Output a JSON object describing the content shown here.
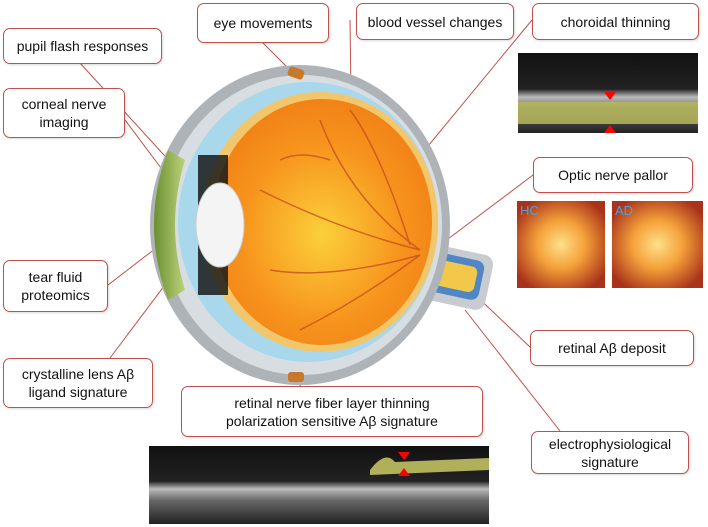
{
  "labels": {
    "eye_movements": "eye movements",
    "pupil": "pupil flash responses",
    "blood": "blood vessel changes",
    "choroidal": "choroidal thinning",
    "corneal": "corneal nerve imaging",
    "optic": "Optic nerve  pallor",
    "tear": "tear fluid proteomics",
    "retinal_ab": "retinal Aβ deposit",
    "lens": "crystalline lens Aβ ligand signature",
    "rnfl_line1": "retinal nerve fiber layer thinning",
    "rnfl_line2": "polarization sensitive Aβ signature",
    "electro": "electrophysiological signature"
  },
  "fundus": {
    "hc": "HC",
    "ad": "AD"
  },
  "colors": {
    "connector": "#c0504d",
    "iris_orange": "#f7941d",
    "sclera": "#b0b4b8",
    "accent_blue": "#4aa3df"
  }
}
